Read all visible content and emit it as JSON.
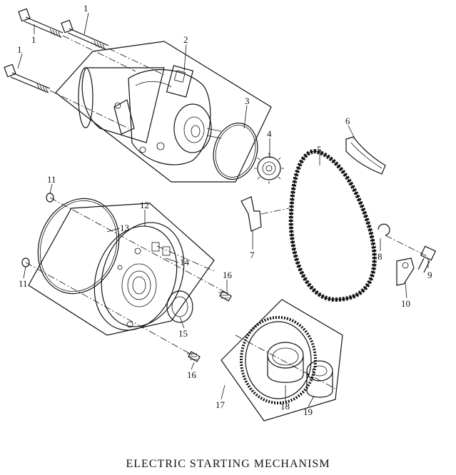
{
  "caption": "ELECTRIC STARTING MECHANISM",
  "callouts": {
    "c1a": "1",
    "c1b": "1",
    "c1c": "1",
    "c2": "2",
    "c3": "3",
    "c4": "4",
    "c5": "5",
    "c6": "6",
    "c7": "7",
    "c8": "8",
    "c9": "9",
    "c10": "10",
    "c11a": "11",
    "c11b": "11",
    "c12": "12",
    "c13": "13",
    "c14": "14",
    "c15": "15",
    "c16a": "16",
    "c16b": "16",
    "c17": "17",
    "c18": "18",
    "c19": "19"
  }
}
